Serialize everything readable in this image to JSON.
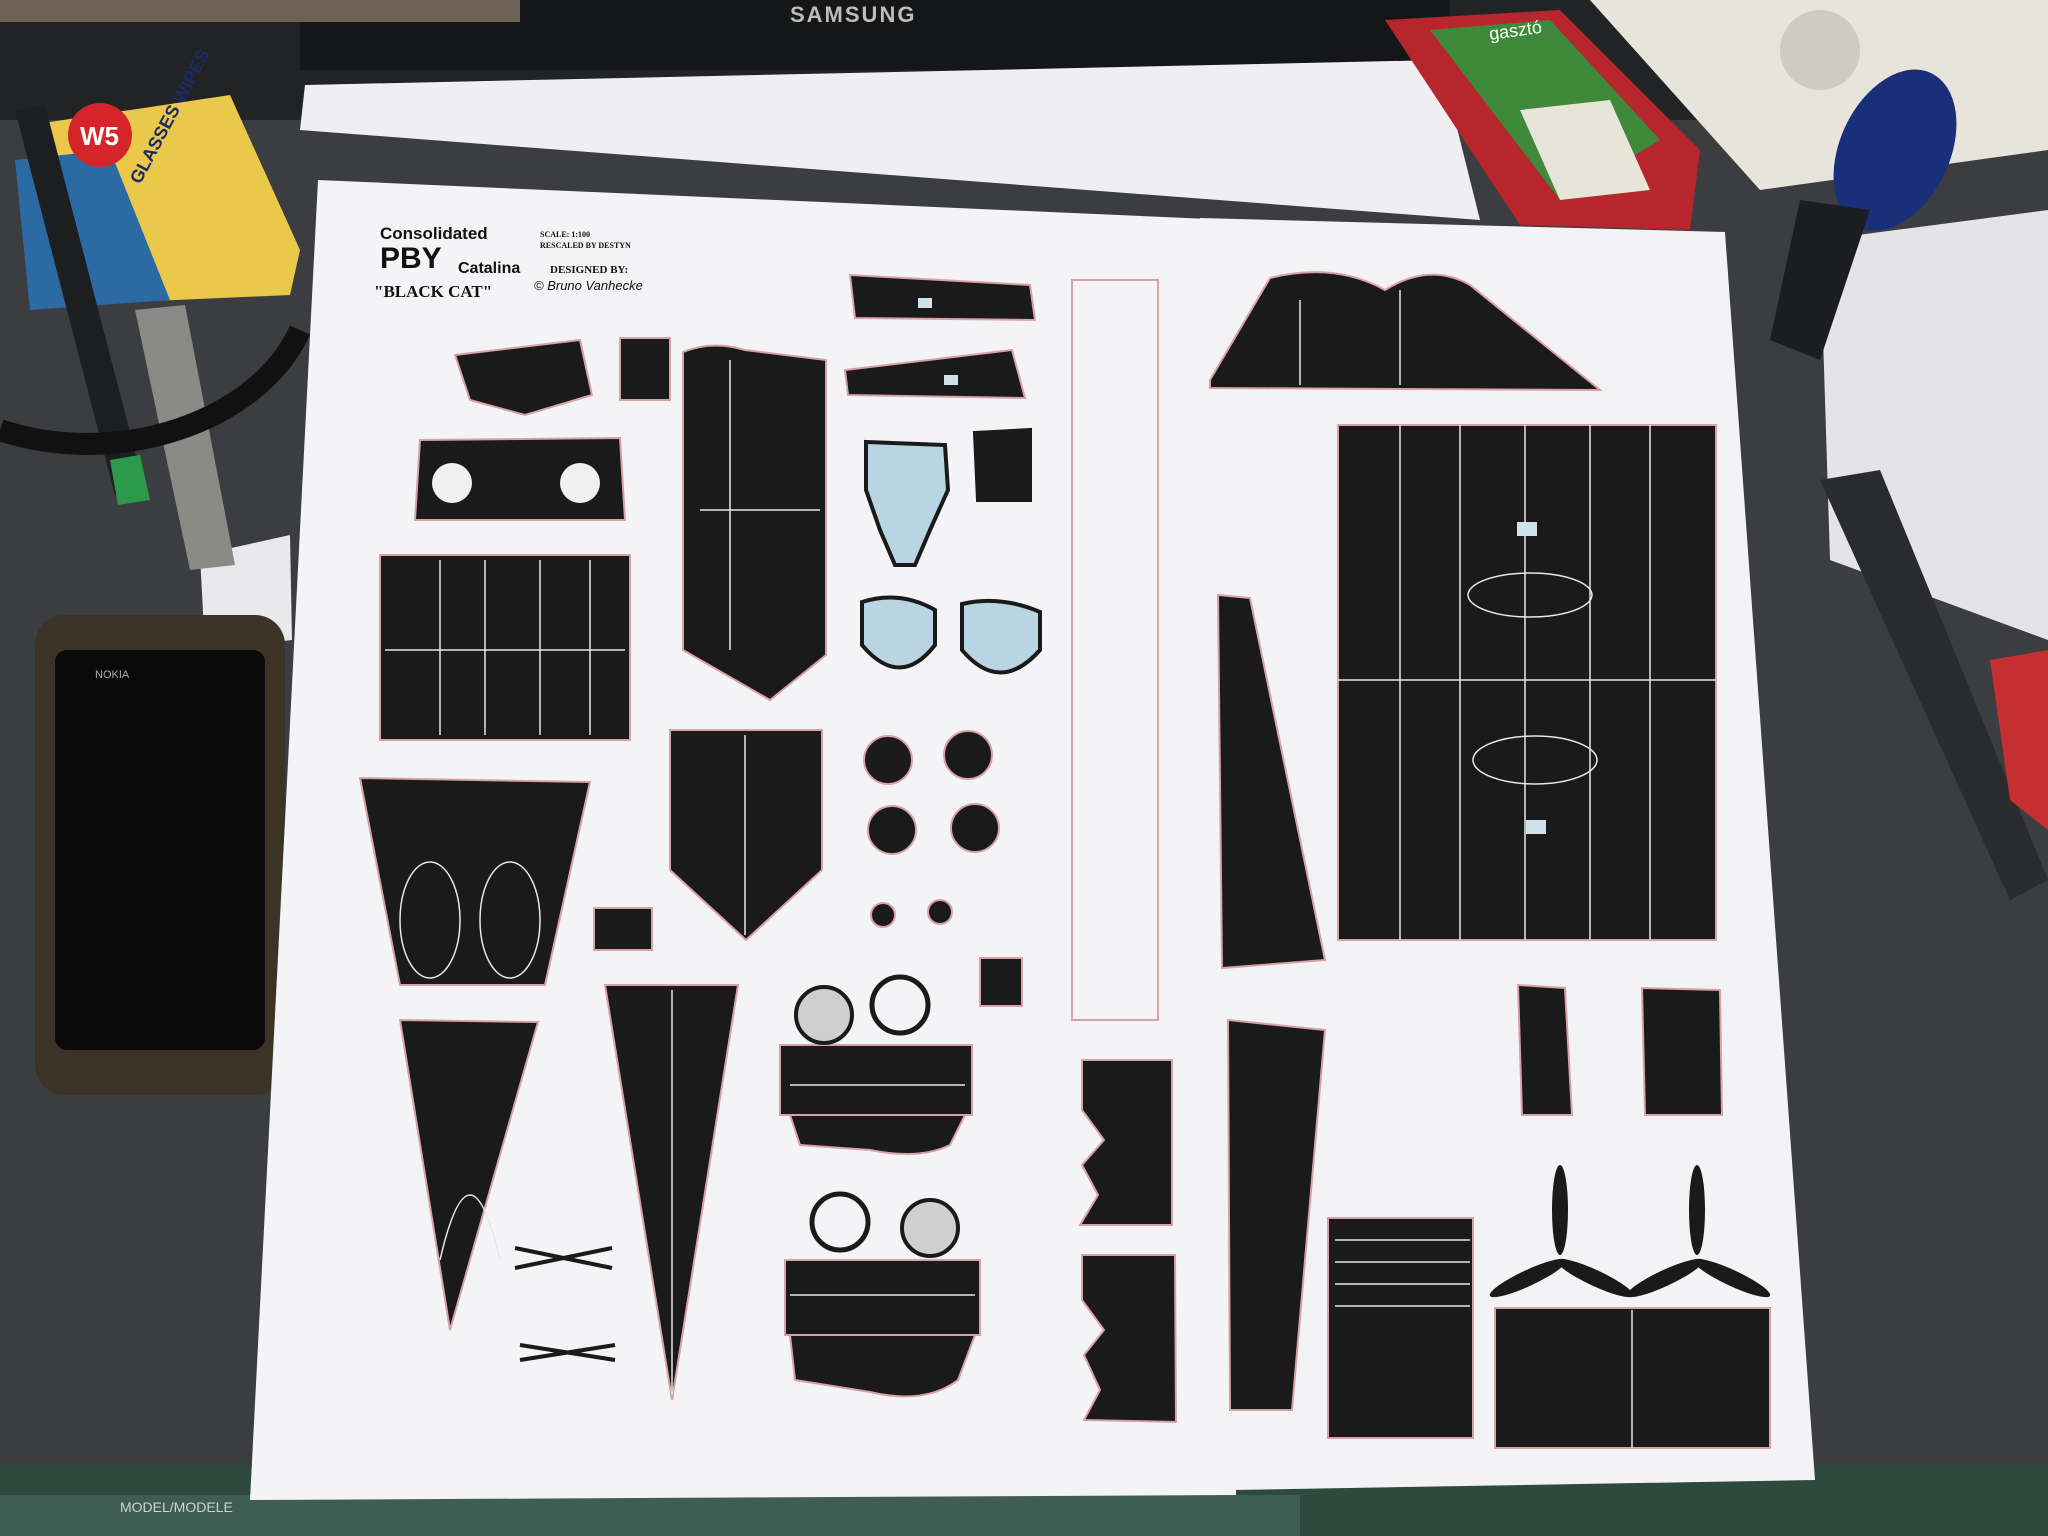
{
  "scene": {
    "monitor_brand": "SAMSUNG",
    "wipes_box_logo": "W5",
    "wipes_box_label": "GLASSES WIPES",
    "phone_brand": "NOKIA",
    "red_box_text": "gasztó",
    "mat_label": "MODEL/MODELE"
  },
  "sheet_left": {
    "maker": "Consolidated",
    "model_main": "PBY",
    "model_sub": "Catalina",
    "nickname": "\"BLACK CAT\"",
    "scale": "SCALE: 1:100",
    "rescaled": "RESCALED BY DESTYN",
    "designed_by": "DESIGNED BY:",
    "designer": "© Bruno Vanhecke"
  },
  "colors": {
    "desk": "#3a3b3e",
    "paper": "#f4f4f6",
    "part_black": "#1b1a1a",
    "cut_line": "#d9a0a8",
    "panel_line": "#e8e8e8",
    "glass": "#b9d4e2"
  }
}
